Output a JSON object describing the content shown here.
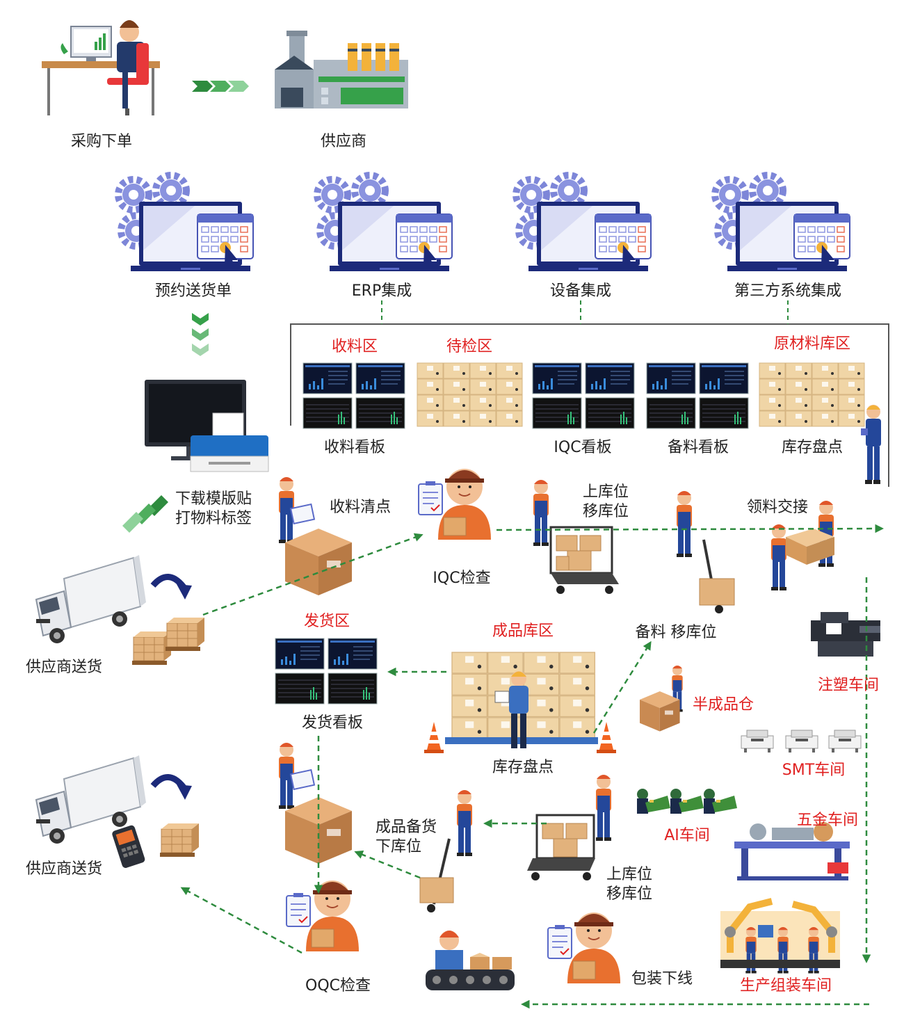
{
  "colors": {
    "flow_arrow": "#2e8b3e",
    "zone_label": "#e02020",
    "text": "#222222",
    "monitor": "#1c2a7a",
    "screen": "#5a6ac8",
    "box": "#d6a266"
  },
  "icons": [
    "office-worker-desk-icon",
    "factory-icon",
    "triple-chevron-arrow-icon",
    "calendar-monitor-icon",
    "gear-icon",
    "printer-monitor-icon",
    "dashboard-screen-icon",
    "carton-wall-icon",
    "truck-icon",
    "pallet-icon",
    "warehouse-worker-icon",
    "hand-truck-icon",
    "trolley-icon",
    "injection-molding-machine-icon",
    "smt-machine-icon",
    "robot-arm-icon",
    "traffic-cone-icon",
    "conveyor-icon",
    "pos-terminal-icon"
  ],
  "labels": {
    "purchase_order": "采购下单",
    "supplier": "供应商",
    "delivery_appointment": "预约送货单",
    "erp": "ERP集成",
    "equipment": "设备集成",
    "third_party": "第三方系统集成",
    "receiving_zone": "收料区",
    "pending_zone": "待检区",
    "raw_material_zone": "原材料库区",
    "receiving_board": "收料看板",
    "iqc_board": "IQC看板",
    "prep_board": "备料看板",
    "stocktake_top": "库存盘点",
    "print_label_1": "下载模版贴",
    "print_label_2": "打物料标签",
    "receiving_check": "收料清点",
    "iqc_check": "IQC检查",
    "shelve_1": "上库位",
    "shelve_2": "移库位",
    "material_handover": "领料交接",
    "supplier_delivery_1": "供应商送货",
    "shipping_zone": "发货区",
    "finished_zone": "成品库区",
    "prep_move": "备料 移库位",
    "injection_workshop": "注塑车间",
    "semi_finished": "半成品仓",
    "shipping_board": "发货看板",
    "stocktake_mid": "库存盘点",
    "smt_workshop": "SMT车间",
    "ai_workshop": "AI车间",
    "hardware_workshop": "五金车间",
    "finished_pick_1": "成品备货",
    "finished_pick_2": "下库位",
    "supplier_delivery_2": "供应商送货",
    "shelve2_1": "上库位",
    "shelve2_2": "移库位",
    "oqc_check": "OQC检查",
    "packing_offline": "包装下线",
    "assembly_workshop": "生产组装车间"
  }
}
